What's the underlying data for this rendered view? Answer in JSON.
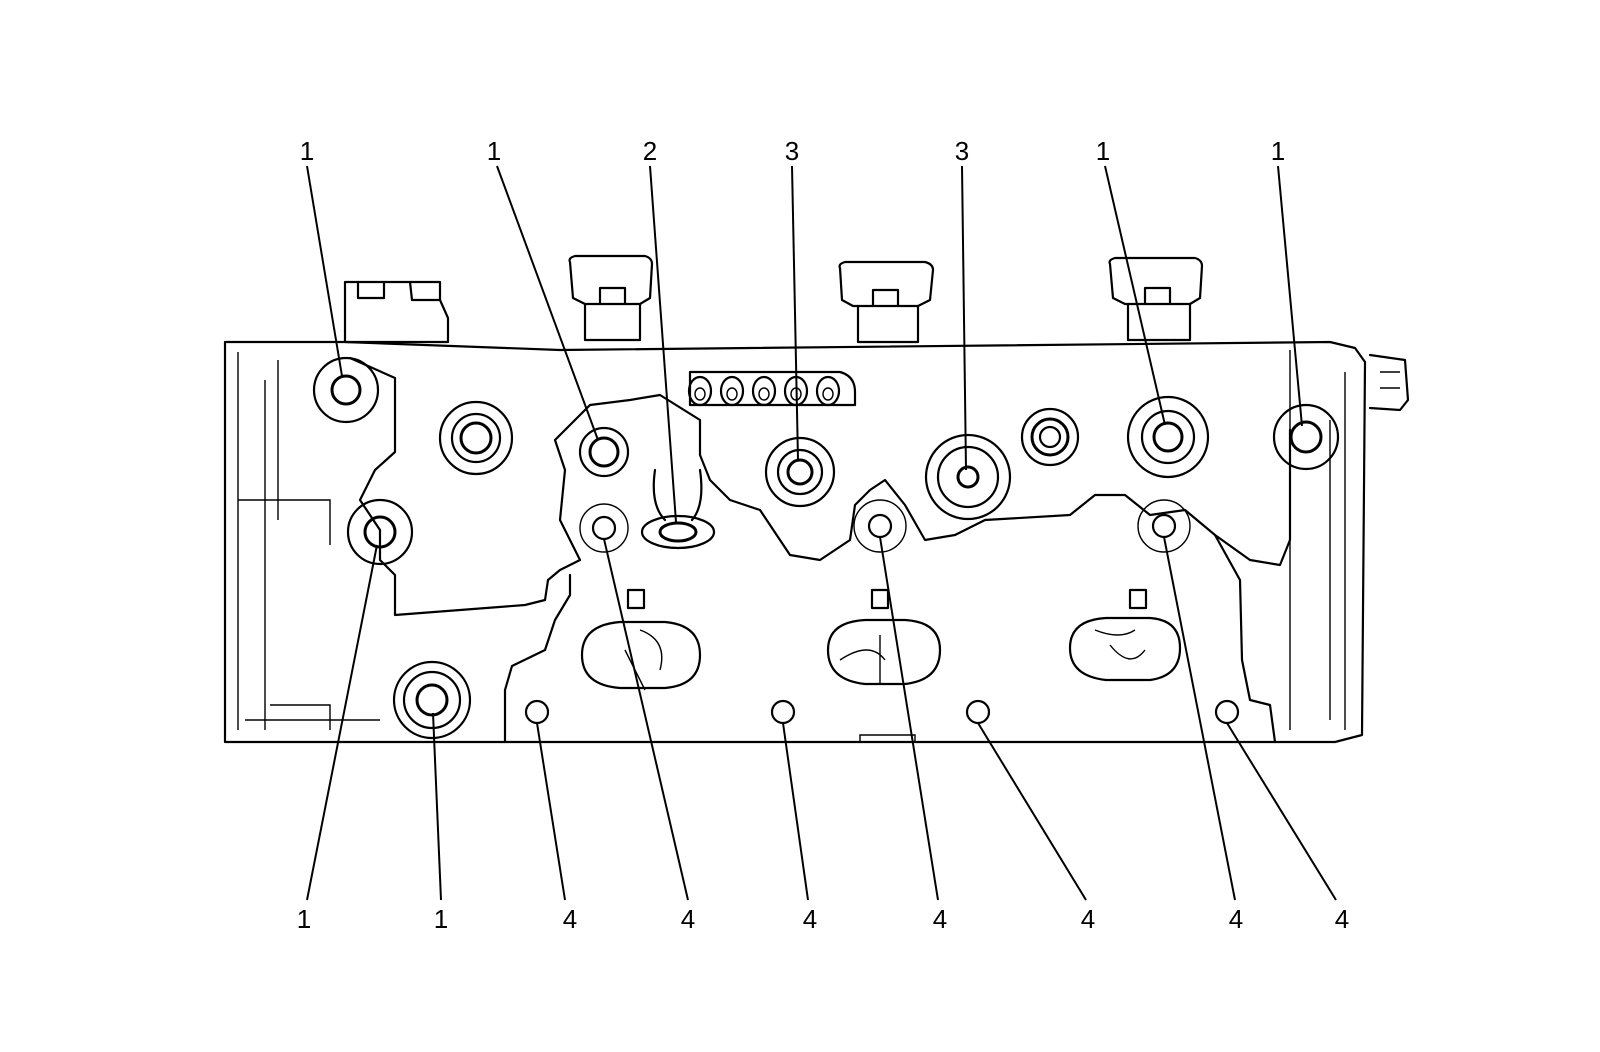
{
  "diagram": {
    "callouts_top": [
      {
        "id": "c1a",
        "label": "1"
      },
      {
        "id": "c1b",
        "label": "1"
      },
      {
        "id": "c2",
        "label": "2"
      },
      {
        "id": "c3a",
        "label": "3"
      },
      {
        "id": "c3b",
        "label": "3"
      },
      {
        "id": "c1c",
        "label": "1"
      },
      {
        "id": "c1d",
        "label": "1"
      }
    ],
    "callouts_bottom": [
      {
        "id": "c1e",
        "label": "1"
      },
      {
        "id": "c1f",
        "label": "1"
      },
      {
        "id": "c4a",
        "label": "4"
      },
      {
        "id": "c4b",
        "label": "4"
      },
      {
        "id": "c4c",
        "label": "4"
      },
      {
        "id": "c4d",
        "label": "4"
      },
      {
        "id": "c4e",
        "label": "4"
      },
      {
        "id": "c4f",
        "label": "4"
      },
      {
        "id": "c4g",
        "label": "4"
      }
    ]
  }
}
